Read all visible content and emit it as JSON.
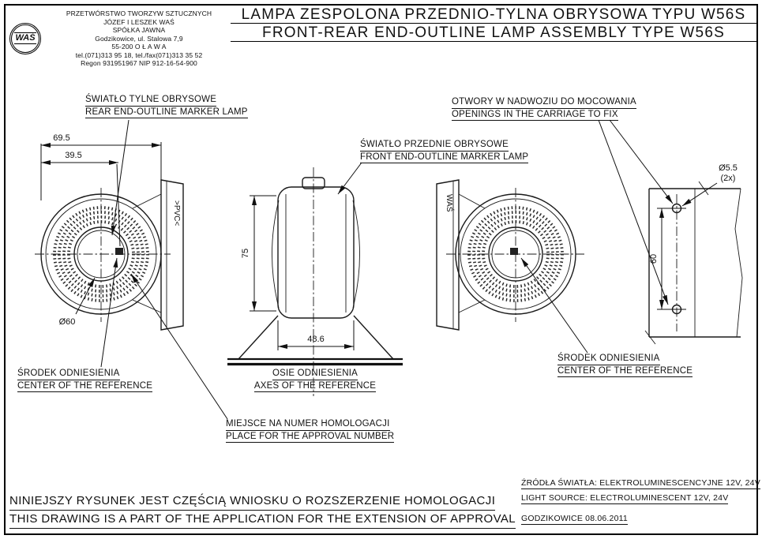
{
  "company": {
    "logo_text": "WAŚ",
    "lines": [
      "PRZETWÓRSTWO TWORZYW SZTUCZNYCH",
      "JÓZEF I LESZEK WAŚ",
      "SPÓŁKA JAWNA",
      "Godzikowice, ul. Stalowa 7,9",
      "55-200  O Ł A W A",
      "tel.(071)313 95 18, tel./fax(071)313 35 52",
      "Regon 931951967 NIP 912-16-54-900"
    ]
  },
  "title": {
    "line1": "LAMPA ZESPOLONA PRZEDNIO-TYLNA OBRYSOWA TYPU W56S",
    "line2": "FRONT-REAR END-OUTLINE LAMP ASSEMBLY TYPE W56S"
  },
  "callouts": {
    "rear": {
      "pl": "ŚWIATŁO TYLNE OBRYSOWE",
      "en": "REAR END-OUTLINE MARKER LAMP"
    },
    "front": {
      "pl": "ŚWIATŁO PRZEDNIE OBRYSOWE",
      "en": "FRONT END-OUTLINE MARKER LAMP"
    },
    "openings": {
      "pl": "OTWORY W NADWOZIU DO MOCOWANIA",
      "en": "OPENINGS IN THE CARRIAGE TO FIX"
    },
    "center_left": {
      "pl": "ŚRODEK ODNIESIENIA",
      "en": "CENTER OF THE REFERENCE"
    },
    "axes": {
      "pl": "OSIE ODNIESIENIA",
      "en": "AXES OF THE REFERENCE"
    },
    "center_right": {
      "pl": "ŚRODEK ODNIESIENIA",
      "en": "CENTER OF THE REFERENCE"
    },
    "approval": {
      "pl": "MIEJSCE NA NUMER HOMOLOGACJI",
      "en": "PLACE FOR THE APPROVAL NUMBER"
    }
  },
  "dims": {
    "overall_width": "69.5",
    "center_offset": "39.5",
    "body_height": "75",
    "body_width": "48.6",
    "lens_diameter": "Ø60",
    "hole_diameter": "Ø5.5",
    "hole_count": "(2x)",
    "hole_spacing": "60"
  },
  "markings": {
    "pvc": ">PVC<",
    "was_side": "WAŚ"
  },
  "footer": {
    "note_pl": "NINIEJSZY RYSUNEK JEST CZĘŚCIĄ WNIOSKU O  ROZSZERZENIE HOMOLOGACJI",
    "note_en": "THIS DRAWING IS A PART OF THE APPLICATION FOR THE EXTENSION OF APPROVAL",
    "source_pl": "ŹRÓDŁA ŚWIATŁA: ELEKTROLUMINESCENCYJNE  12V, 24V",
    "source_en": "LIGHT SOURCE: ELECTROLUMINESCENT  12V, 24V",
    "place_date": "GODZIKOWICE 08.06.2011"
  }
}
